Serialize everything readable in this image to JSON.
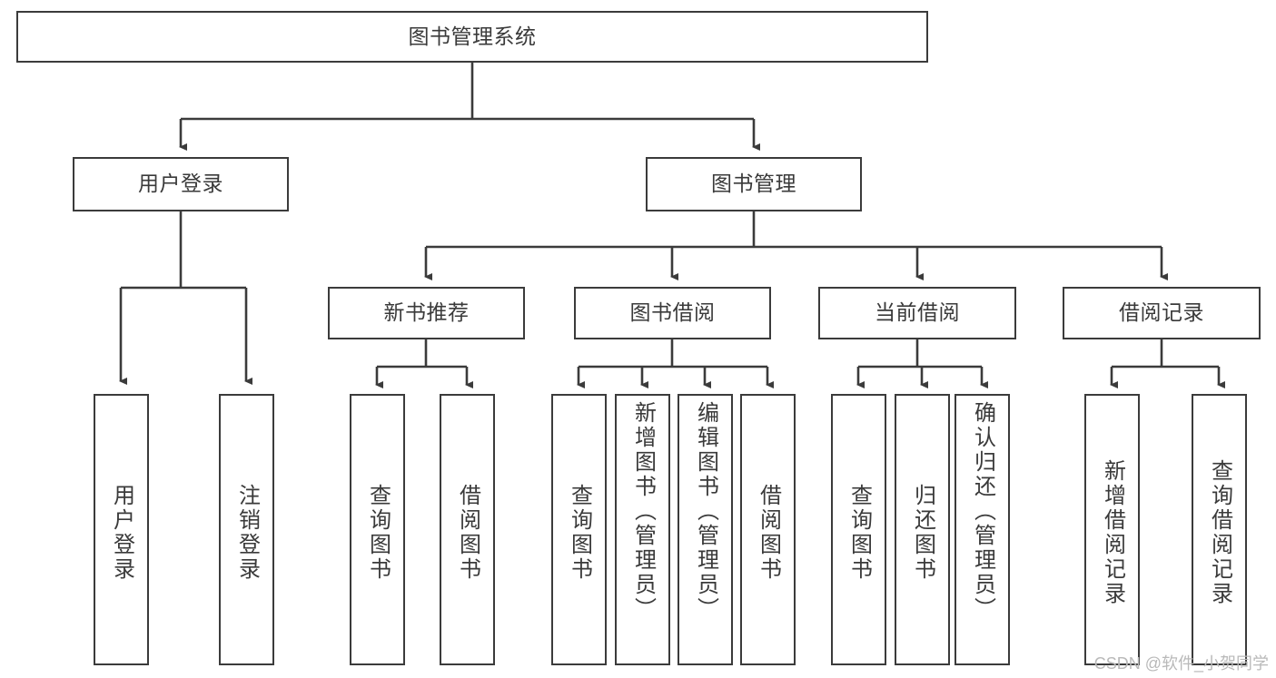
{
  "diagram": {
    "type": "tree",
    "title": "图书管理系统",
    "orientation": "top-down",
    "style": {
      "box_stroke": "#3b3b3b",
      "box_fill": "#ffffff",
      "text_color": "#3a3a3a",
      "connector_color": "#3b3b3b",
      "background": "#ffffff"
    },
    "root": {
      "label": "图书管理系统"
    },
    "level1": [
      {
        "label": "用户登录"
      },
      {
        "label": "图书管理"
      }
    ],
    "level2": [
      {
        "label": "新书推荐"
      },
      {
        "label": "图书借阅"
      },
      {
        "label": "当前借阅"
      },
      {
        "label": "借阅记录"
      }
    ],
    "leaves": {
      "user_login": [
        {
          "label": "用户登录"
        },
        {
          "label": "注销登录"
        }
      ],
      "new_book_recommend": [
        {
          "label": "查询图书"
        },
        {
          "label": "借阅图书"
        }
      ],
      "book_borrow": [
        {
          "label": "查询图书"
        },
        {
          "label": "新增图书（管理员）"
        },
        {
          "label": "编辑图书（管理员）"
        },
        {
          "label": "借阅图书"
        }
      ],
      "current_borrow": [
        {
          "label": "查询图书"
        },
        {
          "label": "归还图书"
        },
        {
          "label": "确认归还（管理员）"
        }
      ],
      "borrow_record": [
        {
          "label": "新增借阅记录"
        },
        {
          "label": "查询借阅记录"
        }
      ]
    }
  },
  "watermark": {
    "text": "CSDN @软件_小贺同学"
  }
}
